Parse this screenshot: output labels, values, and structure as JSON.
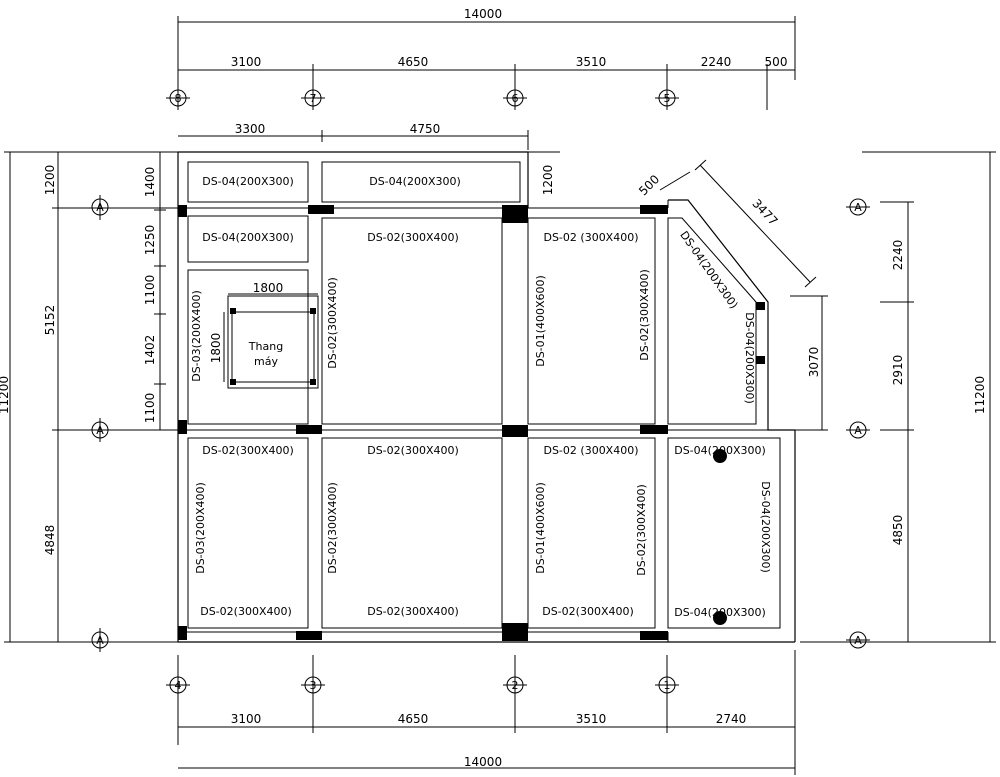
{
  "dimensions": {
    "top_total": "14000",
    "top_spans": [
      "3100",
      "4650",
      "3510",
      "2240",
      "500"
    ],
    "top_spans_inner": [
      "3300",
      "4750"
    ],
    "bottom_spans": [
      "3100",
      "4650",
      "3510",
      "2740"
    ],
    "bottom_total": "14000",
    "left_outer_total": "11200",
    "left_outer_spans": [
      "5152",
      "4848"
    ],
    "left_outer_top": "1200",
    "left_inner": [
      "1400",
      "1250",
      "1100",
      "1402",
      "1100"
    ],
    "right_outer_total": "11200",
    "right_spans": [
      "2240",
      "2910",
      "4850"
    ],
    "mid_vertical": "1200",
    "diag_500": "500",
    "diag_3477": "3477",
    "right_3070": "3070",
    "elevator_w": "1800",
    "elevator_h": "1800"
  },
  "axes": {
    "top": [
      "8",
      "7",
      "6",
      "5"
    ],
    "bottom": [
      "4",
      "3",
      "2",
      "1"
    ],
    "left": [
      "A",
      "A",
      "A"
    ],
    "right": [
      "A",
      "A",
      "A"
    ]
  },
  "labels": {
    "ds04_a": "DS-04(200X300)",
    "ds04_b": "DS-04(200X300)",
    "ds04_c": "DS-04(200X300)",
    "ds02_top_mid": "DS-02(300X400)",
    "ds02_top_right": "DS-02 (300X400)",
    "ds03_top": "DS-03(200X400)",
    "ds02_vert_top_mid": "DS-02(300X400)",
    "ds01_top": "DS-01(400X600)",
    "ds02_vert_top_right": "DS-02(300X400)",
    "ds04_diag": "DS-04(200X300)",
    "ds04_vert_right": "DS-04(200X300)",
    "ds02_bot_left_top": "DS-02(300X400)",
    "ds02_bot_mid_top": "DS-02(300X400)",
    "ds02_bot_right_top": "DS-02 (300X400)",
    "ds04_bot_far_top": "DS-04(200X300)",
    "ds03_bot": "DS-03(200X400)",
    "ds02_vert_bot_mid": "DS-02(300X400)",
    "ds01_bot": "DS-01(400X600)",
    "ds02_vert_bot_right": "DS-02(300X400)",
    "ds04_vert_bot_far": "DS-04(200X300)",
    "ds02_bot_left_bottom": "DS-02(300X400)",
    "ds02_bot_mid_bottom": "DS-02(300X400)",
    "ds02_bot_right_bottom": "DS-02(300X400)",
    "ds04_bot_far_bottom": "DS-04(200X300)",
    "elevator_line1": "Thang",
    "elevator_line2": "máy"
  }
}
